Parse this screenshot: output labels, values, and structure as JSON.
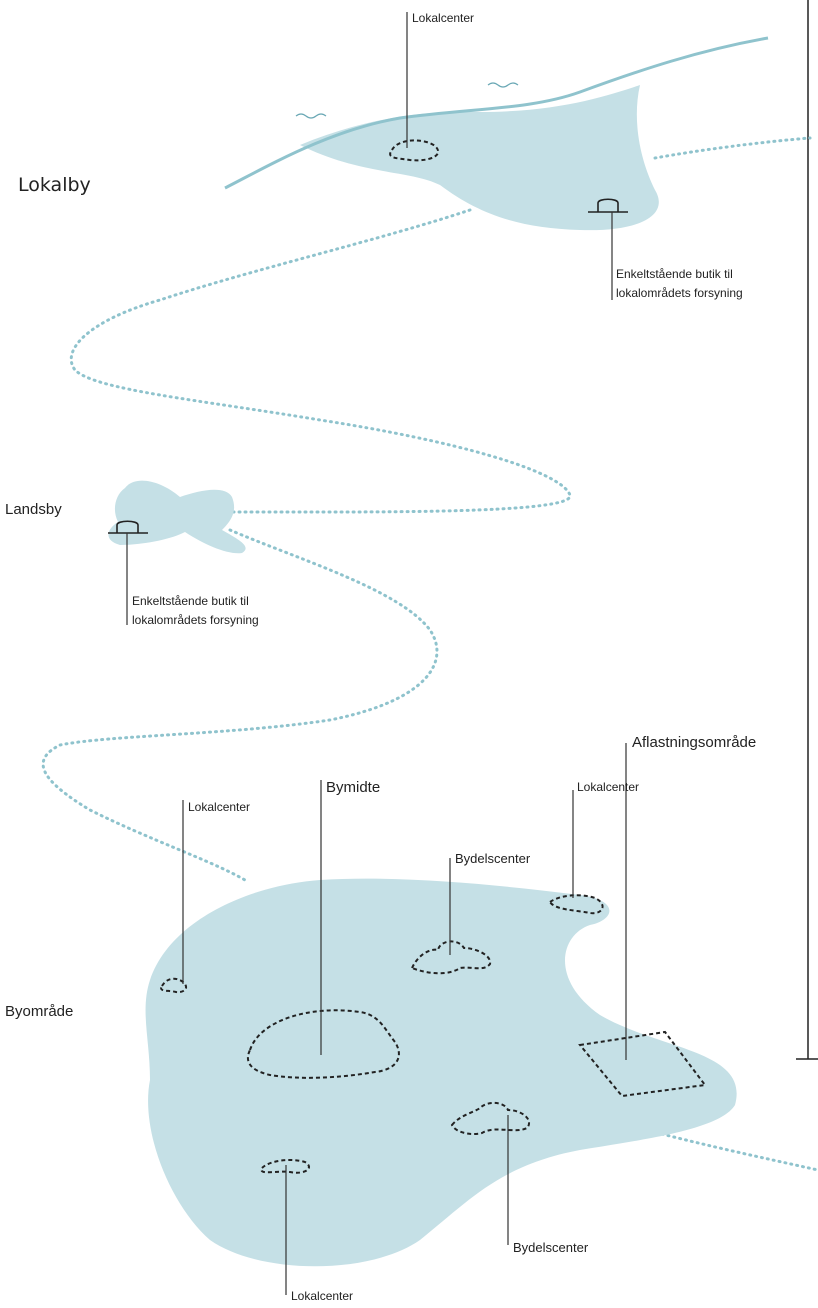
{
  "diagram": {
    "settlements": {
      "lokalby": "Lokalby",
      "landsby": "Landsby",
      "byomrade": "Byområde"
    },
    "labels": {
      "lokalby_lokalcenter": "Lokalcenter",
      "lokalby_butik": [
        "Enkeltstående butik til",
        "lokalområdets forsyning"
      ],
      "landsby_butik": [
        "Enkeltstående butik til",
        "lokalområdets forsyning"
      ],
      "bymidte": "Bymidte",
      "lokalcenter_nw": "Lokalcenter",
      "lokalcenter_ne": "Lokalcenter",
      "bydelscenter_n": "Bydelscenter",
      "aflastningsomrade": "Aflastningsområde",
      "lokalcenter_s": "Lokalcenter",
      "bydelscenter_s": "Bydelscenter"
    },
    "colors": {
      "zone_fill": "#c5e0e6",
      "road": "#8fc3cd",
      "ink": "#222222"
    }
  }
}
